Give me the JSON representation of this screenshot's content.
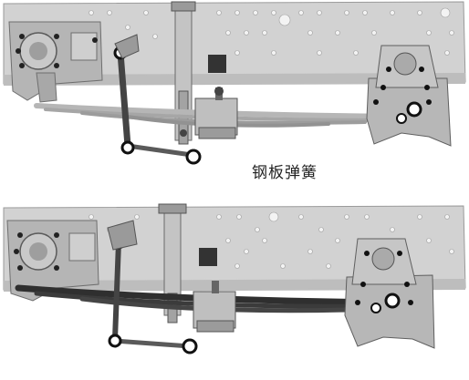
{
  "labels": {
    "caption": "钢板弹簧"
  },
  "colors": {
    "background": "#ffffff",
    "frame": "#cfcfcf",
    "frame_shadow": "#a9a9a9",
    "leaf_spring_top": "#b9b9b9",
    "leaf_spring_bottom": "#3a3a3a",
    "link_rod": "#555555",
    "bracket": "#8e8e8e",
    "joint": "#222222"
  },
  "icons": [
    "leaf-spring",
    "shock-absorber",
    "front-bracket",
    "rear-shackle-bracket",
    "lateral-link"
  ]
}
